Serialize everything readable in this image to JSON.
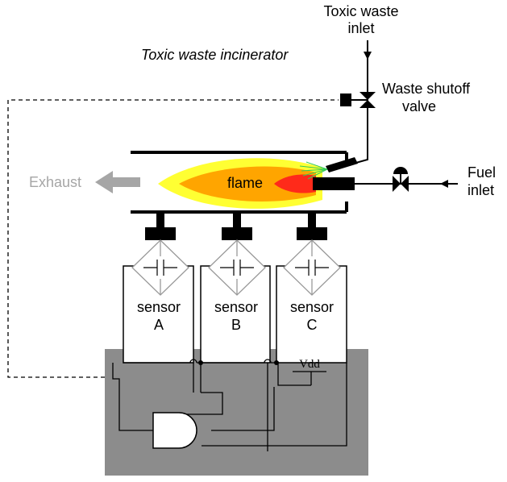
{
  "title": "Toxic waste incinerator",
  "labels": {
    "waste_inlet_line1": "Toxic waste",
    "waste_inlet_line2": "inlet",
    "valve_line1": "Waste shutoff",
    "valve_line2": "valve",
    "fuel_line1": "Fuel",
    "fuel_line2": "inlet",
    "exhaust": "Exhaust",
    "flame": "flame",
    "vdd": "Vdd"
  },
  "sensors": [
    {
      "word": "sensor",
      "id": "A"
    },
    {
      "word": "sensor",
      "id": "B"
    },
    {
      "word": "sensor",
      "id": "C"
    }
  ],
  "colors": {
    "logic_box": "#8c8c8c",
    "exhaust_gray": "#a6a6a6",
    "flame_outer": "#ffff33",
    "flame_mid": "#ffa500",
    "flame_core": "#ff2a1a",
    "spray": "#33cc55"
  }
}
